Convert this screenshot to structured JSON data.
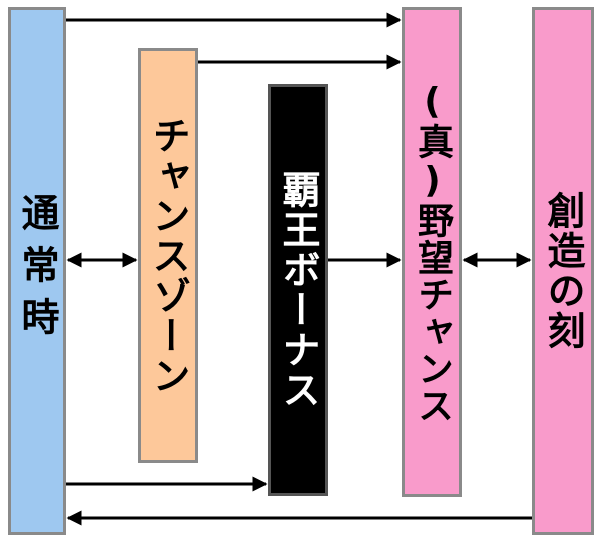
{
  "nodes": {
    "normal": "通常時",
    "chance_zone": "チャンスゾーン",
    "haou_bonus": "覇王ボーナス",
    "shin_yabou_chance": "(真)野望チャンス",
    "souzou_no_koku": "創造の刻"
  },
  "colors": {
    "normal": "#9ec8f0",
    "chance_zone": "#fdc89a",
    "haou_bonus": "#000000",
    "shin_yabou_chance": "#f99bcb",
    "souzou_no_koku": "#f99bcb",
    "arrow": "#000000",
    "border": "#8a8a8a"
  },
  "edges": [
    {
      "from": "normal",
      "to": "shin_yabou_chance",
      "direction": "forward"
    },
    {
      "from": "chance_zone",
      "to": "shin_yabou_chance",
      "direction": "forward"
    },
    {
      "from": "normal",
      "to": "chance_zone",
      "direction": "both"
    },
    {
      "from": "haou_bonus",
      "to": "shin_yabou_chance",
      "direction": "forward"
    },
    {
      "from": "shin_yabou_chance",
      "to": "souzou_no_koku",
      "direction": "both"
    },
    {
      "from": "normal",
      "to": "haou_bonus",
      "direction": "forward"
    },
    {
      "from": "souzou_no_koku",
      "to": "normal",
      "direction": "forward"
    }
  ]
}
